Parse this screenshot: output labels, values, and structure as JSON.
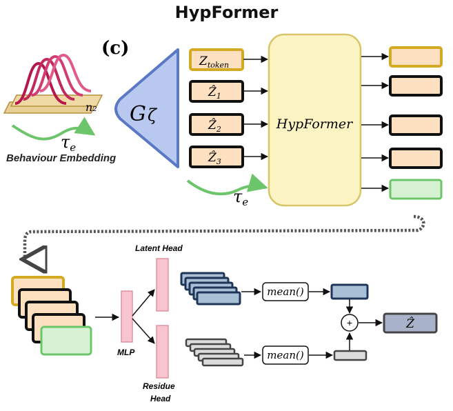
{
  "title": "HypFormer",
  "panel_label": "(c)",
  "behaviour": {
    "n_label": "n₂",
    "tau_label": "τ",
    "tau_sub": "e",
    "caption": "Behaviour Embedding"
  },
  "generator": {
    "symbol": "G",
    "sub": "ζ"
  },
  "tokens": [
    {
      "label": "Z",
      "sub": "token"
    },
    {
      "label": "Ẑ",
      "sub": "1"
    },
    {
      "label": "Ẑ",
      "sub": "2"
    },
    {
      "label": "Ẑ",
      "sub": "3"
    }
  ],
  "tau_input": {
    "label": "τ",
    "sub": "e"
  },
  "hypformer_block": {
    "label": "HypFormer"
  },
  "heads": {
    "mlp": "MLP",
    "latent": "Latent Head",
    "residue_line1": "Residue",
    "residue_line2": "Head"
  },
  "ops": {
    "mean_top": "mean()",
    "mean_bottom": "mean()",
    "plus": "+",
    "output": "Ẑ"
  },
  "colors": {
    "token_fill": "#fde0bf",
    "token_first_border": "#d4aa22",
    "token_border": "#111111",
    "hypformer_fill": "#fdf4c4",
    "hypformer_border": "#d8c56a",
    "green_fill": "#d7f2d2",
    "green_border": "#6cc56a",
    "generator_fill": "#b8c8ee",
    "generator_border": "#5b78c4",
    "head_fill": "#f8c5cf",
    "head_border": "#d9808f",
    "blue_stack_fill": "#a8bfd6",
    "blue_stack_border": "#1d3557",
    "gray_stack_fill": "#dcdcdc",
    "gray_stack_border": "#444444",
    "output_fill": "#a8b2c9",
    "curve_green": "#6cc56a",
    "bump_red": "#b5174a"
  }
}
